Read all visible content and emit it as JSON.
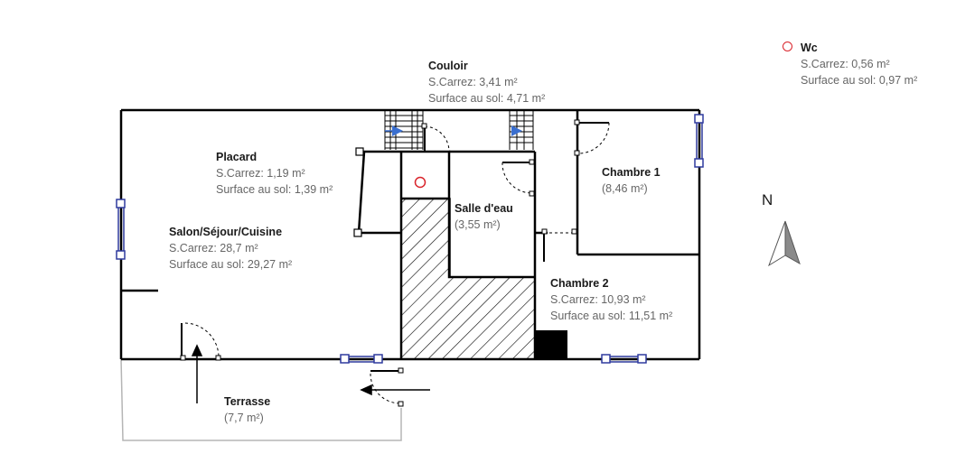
{
  "plan": {
    "compass": {
      "label": "N"
    },
    "rooms": {
      "couloir": {
        "name": "Couloir",
        "carrez": "S.Carrez: 3,41 m²",
        "sol": "Surface au sol: 4,71 m²"
      },
      "wc": {
        "name": "Wc",
        "carrez": "S.Carrez: 0,56 m²",
        "sol": "Surface au sol: 0,97 m²"
      },
      "placard": {
        "name": "Placard",
        "carrez": "S.Carrez: 1,19 m²",
        "sol": "Surface au sol: 1,39 m²"
      },
      "chambre1": {
        "name": "Chambre 1",
        "area": "(8,46 m²)"
      },
      "salle_eau": {
        "name": "Salle d'eau",
        "area": "(3,55 m²)"
      },
      "salon": {
        "name": "Salon/Séjour/Cuisine",
        "carrez": "S.Carrez: 28,7 m²",
        "sol": "Surface au sol: 29,27 m²"
      },
      "chambre2": {
        "name": "Chambre 2",
        "carrez": "S.Carrez: 10,93 m²",
        "sol": "Surface au sol: 11,51 m²"
      },
      "terrasse": {
        "name": "Terrasse",
        "area": "(7,7 m²)"
      }
    },
    "colors": {
      "wall": "#000000",
      "label_name": "#1a1a1a",
      "label_value": "#666666",
      "window": "#2f3a9e",
      "stair_arrow": "#3a6fd0",
      "wc_marker": "#d9232a",
      "terrace_outline": "#b5b5b5"
    }
  }
}
